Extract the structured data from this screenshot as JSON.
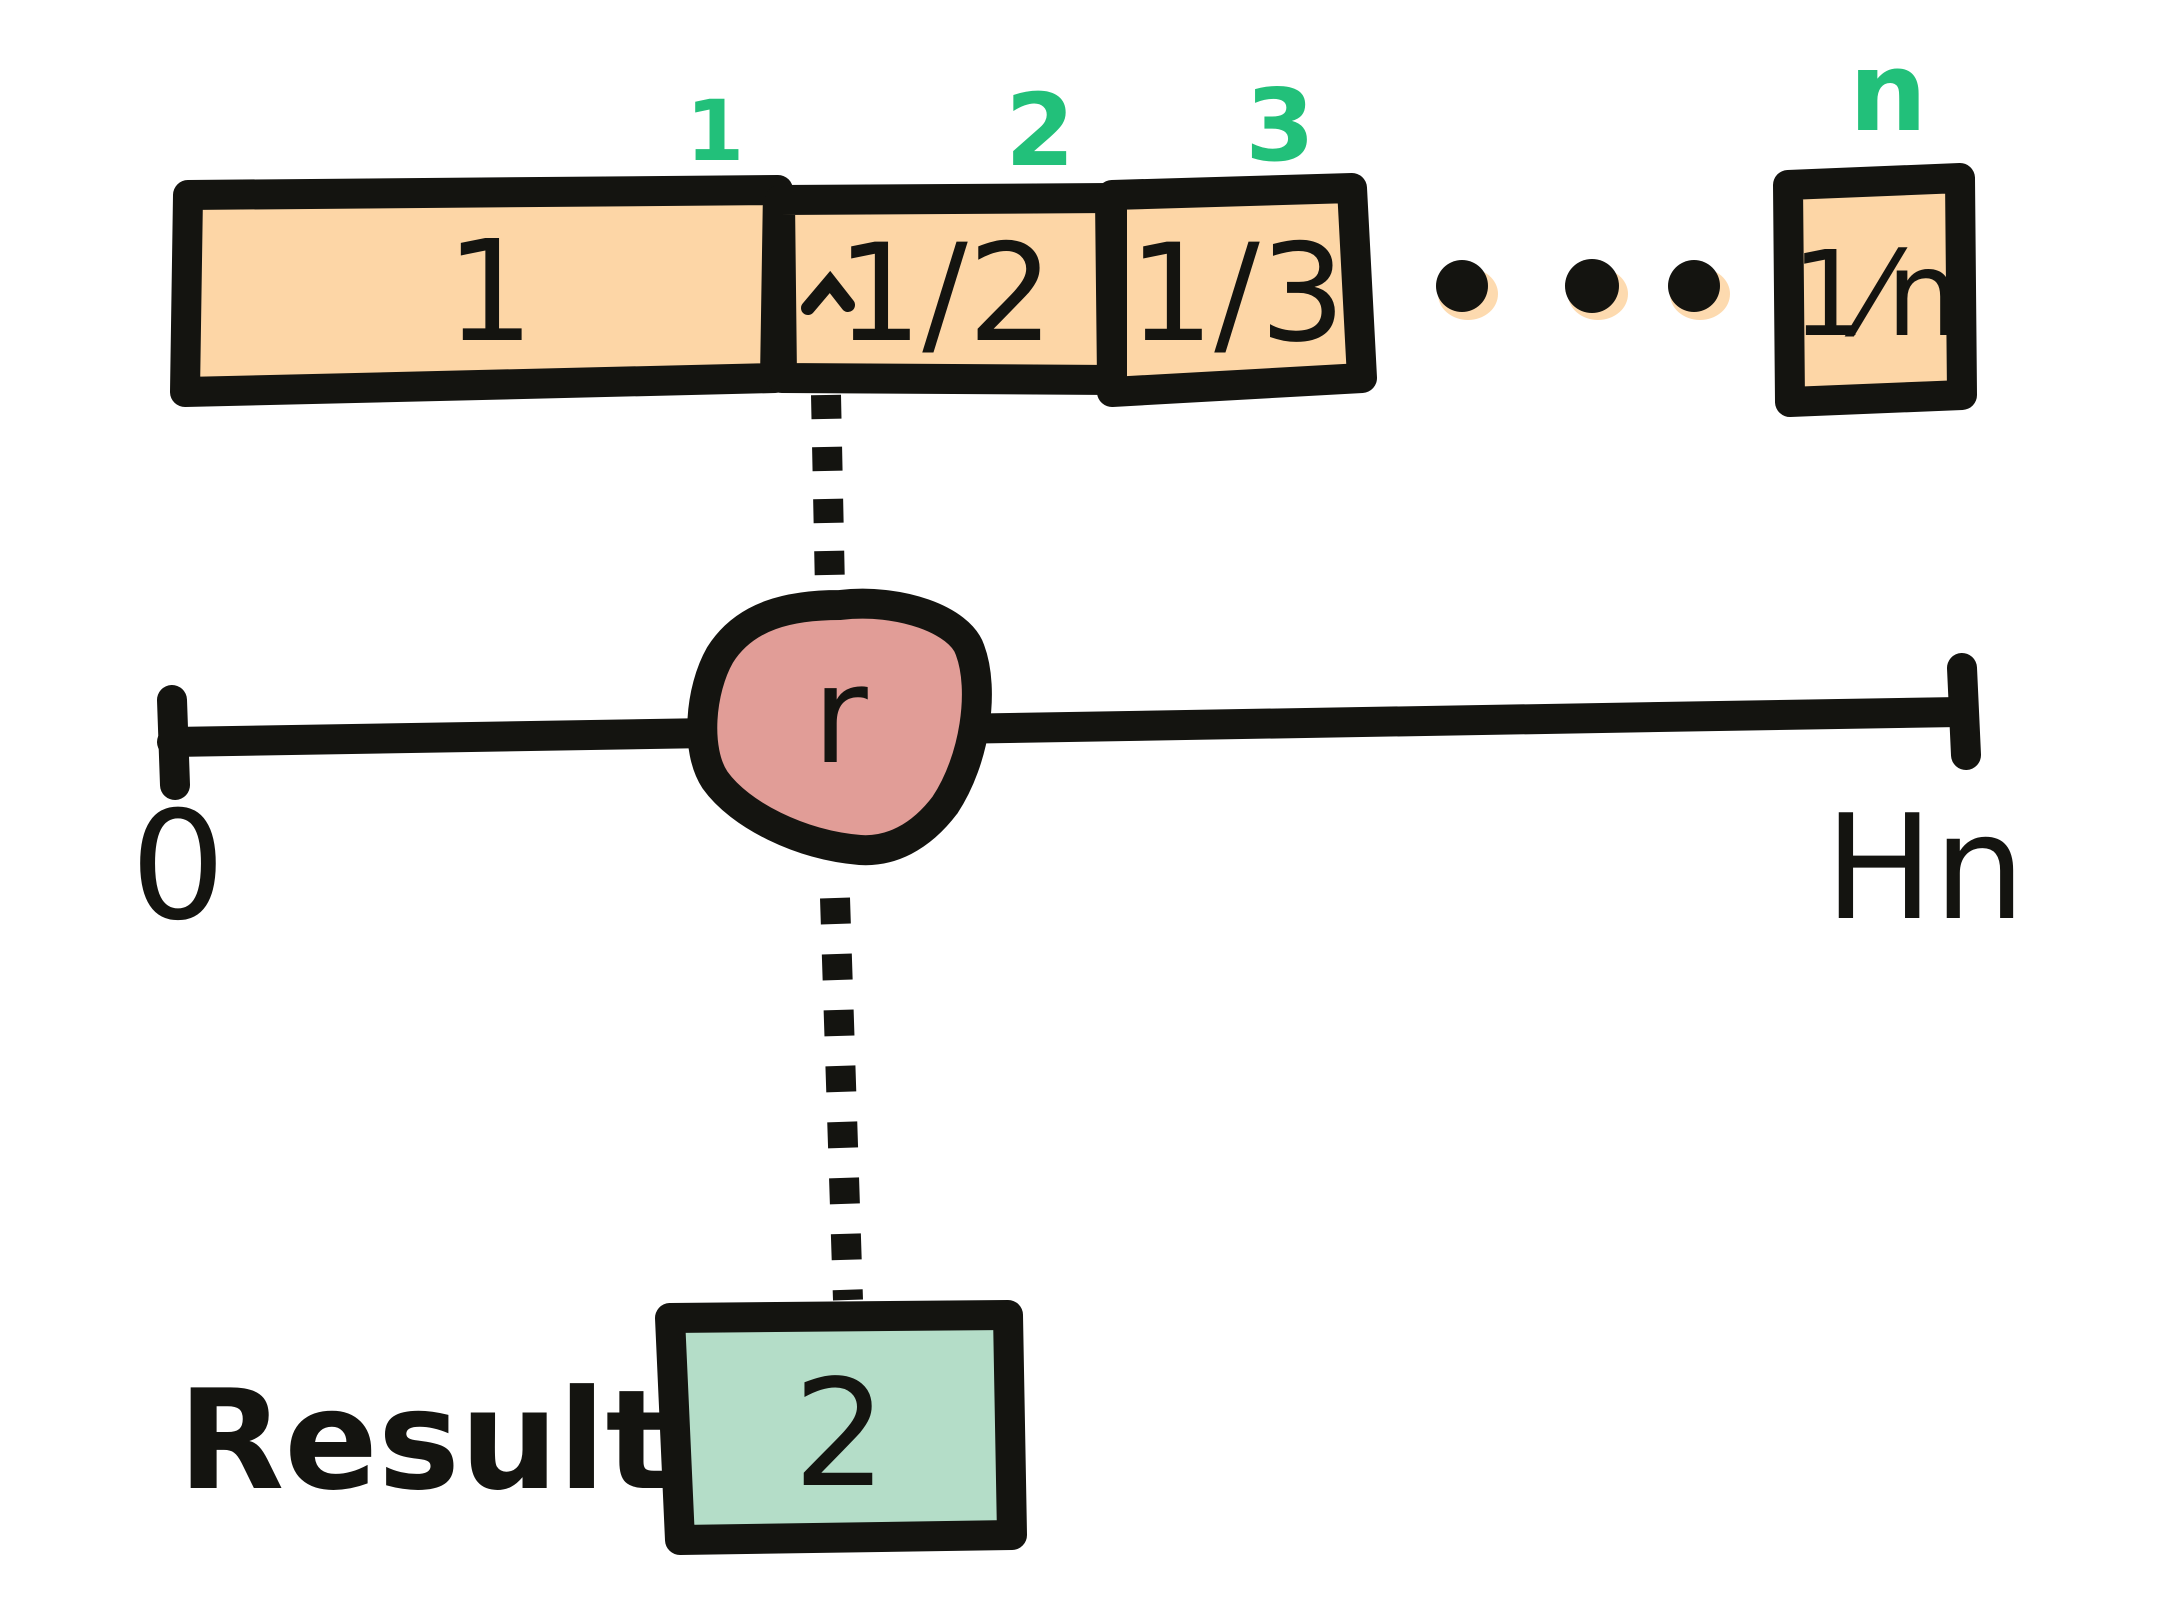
{
  "colors": {
    "ink": "#141410",
    "segment_fill": "#fdd6a6",
    "marker_fill": "#e19d97",
    "result_fill": "#b4ddc8",
    "index_label": "#22c07a"
  },
  "segments": [
    {
      "index_label": "1",
      "value_label": "1"
    },
    {
      "index_label": "2",
      "value_label": "1/2"
    },
    {
      "index_label": "3",
      "value_label": "1/3"
    },
    {
      "index_label": "n",
      "value_label": "1⁄n"
    }
  ],
  "ellipsis_icon": "three-dots",
  "number_line": {
    "start_label": "0",
    "end_label": "Hn",
    "marker_label": "r"
  },
  "result": {
    "label": "Result:",
    "value": "2"
  }
}
